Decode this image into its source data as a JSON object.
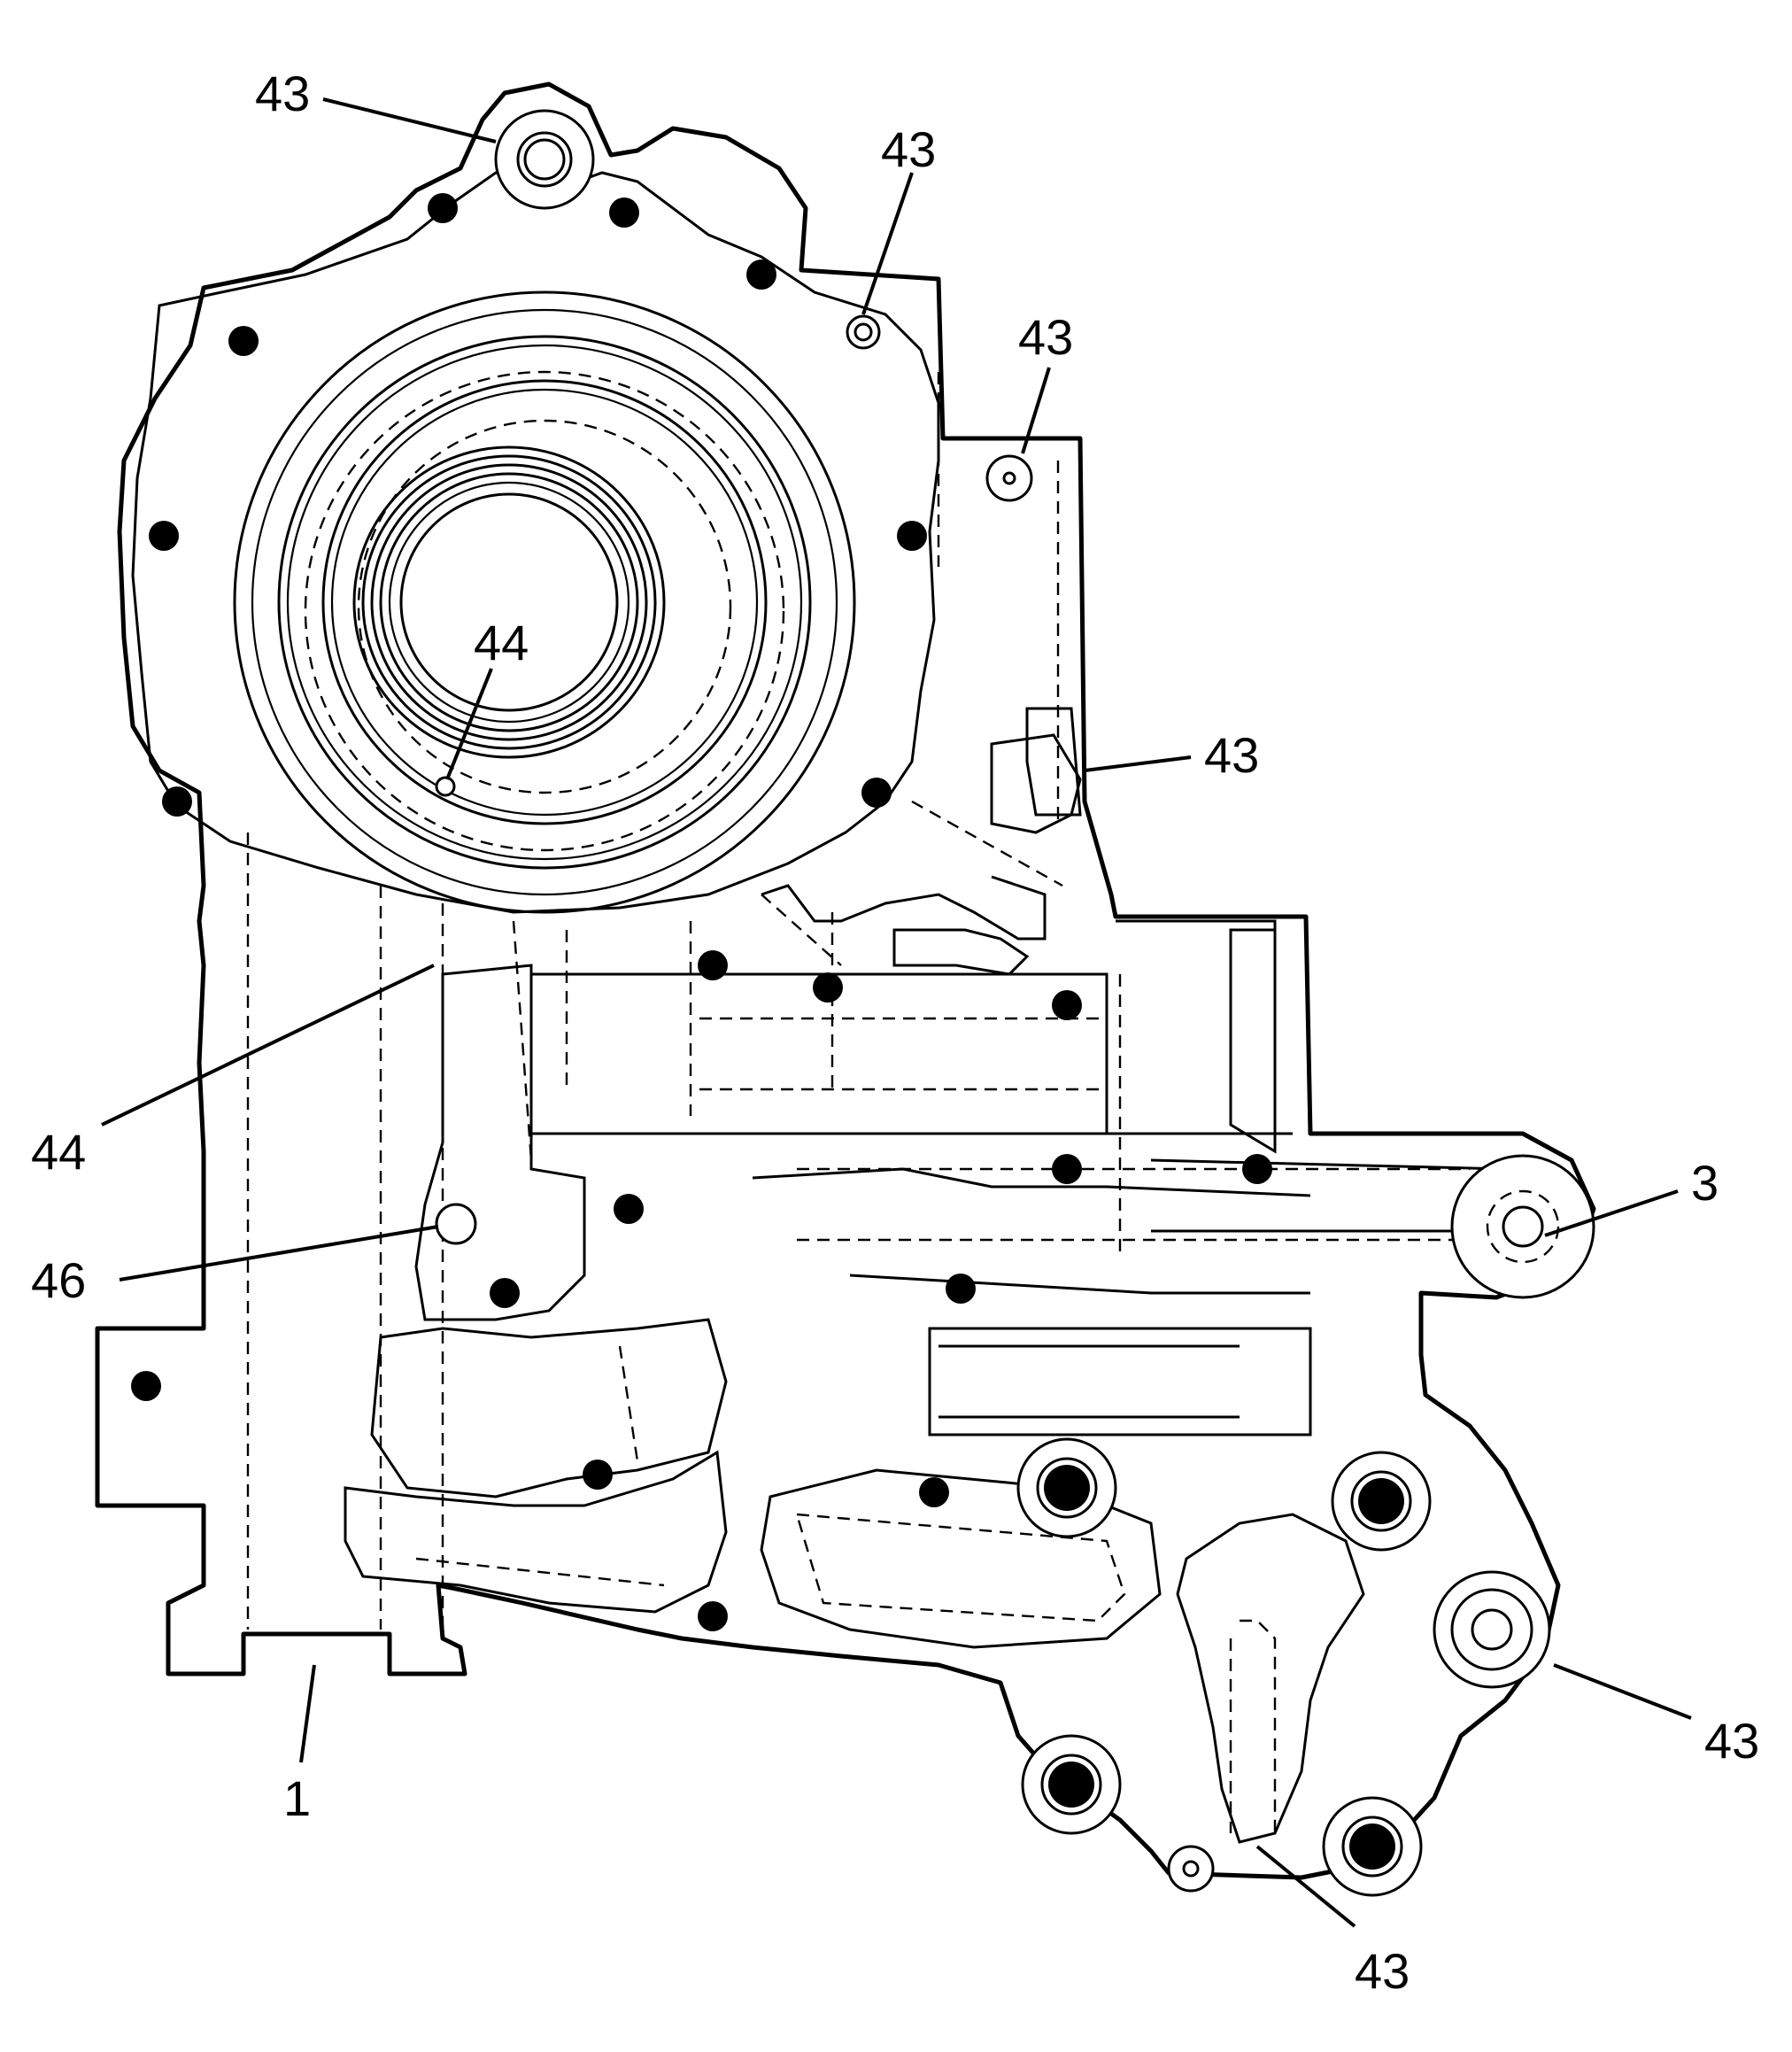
{
  "figure": {
    "description_colors": {
      "line": "#000000",
      "background": "#ffffff"
    },
    "callouts": [
      {
        "id": "c43a",
        "label": "43"
      },
      {
        "id": "c43b",
        "label": "43"
      },
      {
        "id": "c43c",
        "label": "43"
      },
      {
        "id": "c43d",
        "label": "43"
      },
      {
        "id": "c44a",
        "label": "44"
      },
      {
        "id": "c44b",
        "label": "44"
      },
      {
        "id": "c46",
        "label": "46"
      },
      {
        "id": "c3",
        "label": "3"
      },
      {
        "id": "c1",
        "label": "1"
      },
      {
        "id": "c43e",
        "label": "43"
      },
      {
        "id": "c43f",
        "label": "43"
      }
    ]
  }
}
